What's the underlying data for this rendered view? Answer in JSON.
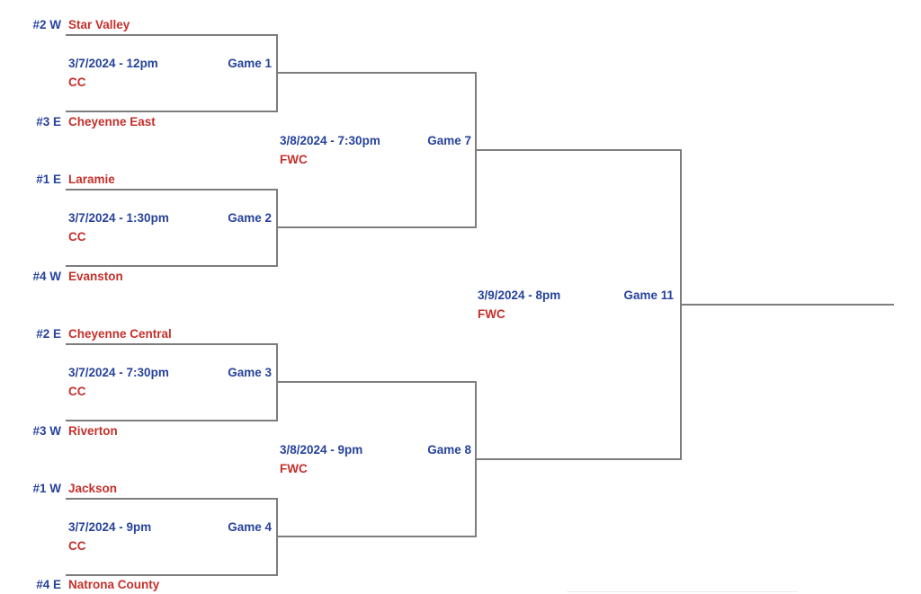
{
  "colors": {
    "seed_blue": "#27439B",
    "team_red": "#C5302B",
    "line_gray": "#7d7d7d"
  },
  "games": [
    {
      "label": "Game 1",
      "datetime": "3/7/2024 - 12pm",
      "venue": "CC",
      "top_seed": "#2 W",
      "top_team": "Star Valley",
      "bottom_seed": "#3 E",
      "bottom_team": "Cheyenne East"
    },
    {
      "label": "Game 2",
      "datetime": "3/7/2024 - 1:30pm",
      "venue": "CC",
      "top_seed": "#1 E",
      "top_team": "Laramie",
      "bottom_seed": "#4 W",
      "bottom_team": "Evanston"
    },
    {
      "label": "Game 3",
      "datetime": "3/7/2024 - 7:30pm",
      "venue": "CC",
      "top_seed": "#2 E",
      "top_team": "Cheyenne Central",
      "bottom_seed": "#3 W",
      "bottom_team": "Riverton"
    },
    {
      "label": "Game 4",
      "datetime": "3/7/2024 - 9pm",
      "venue": "CC",
      "top_seed": "#1 W",
      "top_team": "Jackson",
      "bottom_seed": "#4 E",
      "bottom_team": "Natrona County"
    },
    {
      "label": "Game 7",
      "datetime": "3/8/2024 - 7:30pm",
      "venue": "FWC"
    },
    {
      "label": "Game 8",
      "datetime": "3/8/2024 - 9pm",
      "venue": "FWC"
    },
    {
      "label": "Game 11",
      "datetime": "3/9/2024 - 8pm",
      "venue": "FWC"
    }
  ]
}
